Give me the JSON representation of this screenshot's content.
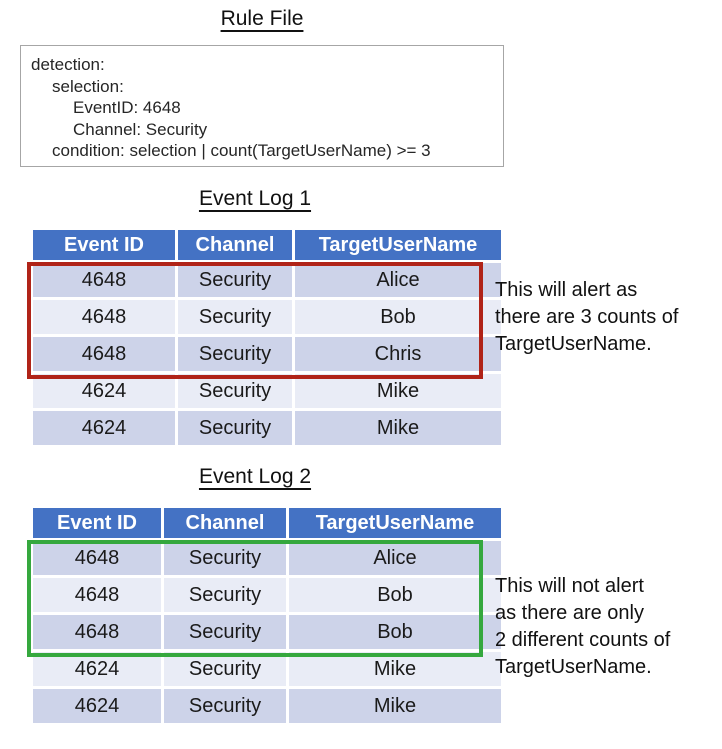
{
  "colors": {
    "header_bg": "#4472c4",
    "header_text": "#ffffff",
    "band_dark": "#cdd3e9",
    "band_light": "#e9ecf6",
    "alert_highlight_border": "#b02318",
    "no_alert_highlight_border": "#35a83e",
    "rule_box_border": "#a6a6a6"
  },
  "rule_file": {
    "title": "Rule File",
    "lines": [
      {
        "indent": 0,
        "text": "detection:"
      },
      {
        "indent": 1,
        "text": "selection:"
      },
      {
        "indent": 2,
        "text": "EventID: 4648"
      },
      {
        "indent": 2,
        "text": "Channel: Security"
      },
      {
        "indent": 1,
        "text": "condition: selection | count(TargetUserName) >= 3"
      }
    ]
  },
  "event_log_1": {
    "title": "Event Log 1",
    "columns": [
      "Event ID",
      "Channel",
      "TargetUserName"
    ],
    "rows": [
      [
        "4648",
        "Security",
        "Alice"
      ],
      [
        "4648",
        "Security",
        "Bob"
      ],
      [
        "4648",
        "Security",
        "Chris"
      ],
      [
        "4624",
        "Security",
        "Mike"
      ],
      [
        "4624",
        "Security",
        "Mike"
      ]
    ],
    "highlighted_rows": "1-3",
    "annotation_lines": [
      "This will alert as",
      "there are 3 counts of",
      "TargetUserName."
    ]
  },
  "event_log_2": {
    "title": "Event Log 2",
    "columns": [
      "Event ID",
      "Channel",
      "TargetUserName"
    ],
    "rows": [
      [
        "4648",
        "Security",
        "Alice"
      ],
      [
        "4648",
        "Security",
        "Bob"
      ],
      [
        "4648",
        "Security",
        "Bob"
      ],
      [
        "4624",
        "Security",
        "Mike"
      ],
      [
        "4624",
        "Security",
        "Mike"
      ]
    ],
    "highlighted_rows": "1-3",
    "annotation_lines": [
      "This will not alert",
      "as there are only",
      "2 different counts of",
      "TargetUserName."
    ]
  }
}
